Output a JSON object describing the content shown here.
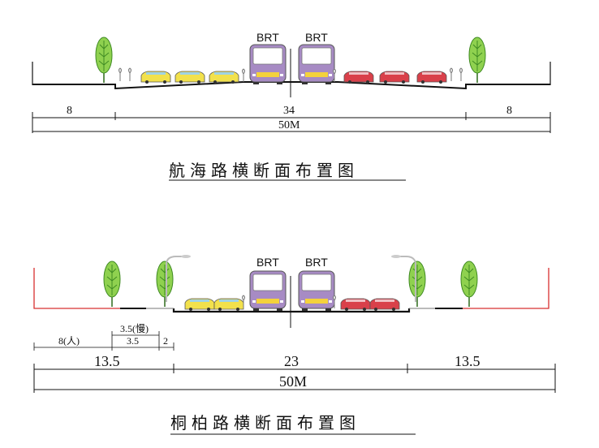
{
  "section1": {
    "title": "航海路横断面布置图",
    "bus_labels": [
      "BRT",
      "BRT"
    ],
    "dimensions": {
      "left": "8",
      "center": "34",
      "right": "8",
      "total": "50M"
    }
  },
  "section2": {
    "title": "桐柏路横断面布置图",
    "bus_labels": [
      "BRT",
      "BRT"
    ],
    "dimensions": {
      "sidewalk": "8(人)",
      "slow_lane_top": "3.5(慢)",
      "slow_lane": "3.5",
      "strip": "2",
      "left": "13.5",
      "center": "23",
      "right": "13.5",
      "total": "50M"
    }
  },
  "colors": {
    "line": "#111111",
    "tree": "#7ac943",
    "car_yellow": "#f2e14c",
    "car_red": "#d9404a",
    "bus_purple": "#a78bc4",
    "bus_yellow": "#f4d23c",
    "boundary_red": "#d83030"
  }
}
